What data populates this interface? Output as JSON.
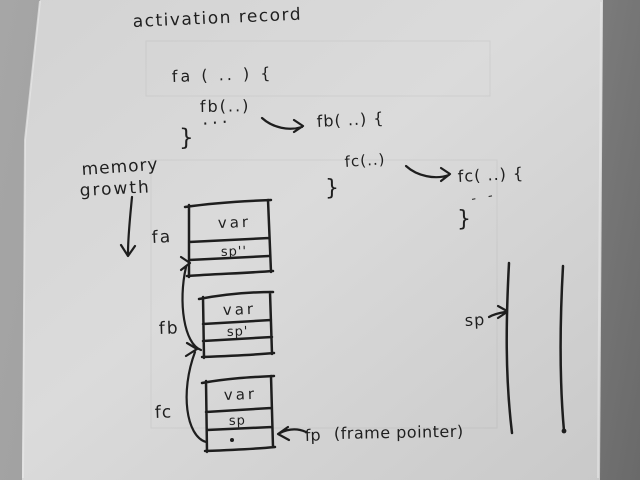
{
  "title": "activation record",
  "code": {
    "fa_signature": "fa ( .. ) {",
    "fb_call": "fb(..)",
    "body_ellipsis": "···",
    "fa_close_brace": "}",
    "fb_signature": "fb( ..) {",
    "fc_call": "fc(..)",
    "fb_close_brace": "}",
    "fc_signature": "fc( ..) {",
    "fc_close_brace": "}",
    "fc_body_dots": "- -"
  },
  "memory_growth_label": {
    "line1": "memory",
    "line2": "growth"
  },
  "stack": {
    "frames": [
      {
        "label": "fa",
        "var_cell": "var",
        "sp_cell": "sp''"
      },
      {
        "label": "fb",
        "var_cell": "var",
        "sp_cell": "sp'"
      },
      {
        "label": "fc",
        "var_cell": "var",
        "sp_cell": "sp"
      }
    ]
  },
  "annotations": {
    "sp_pointer_label": "sp",
    "fp_arrow_label": "fp",
    "frame_pointer_note": "(frame pointer)"
  },
  "colors": {
    "ink": "#1e1e1e",
    "paper": "#d6d6d6",
    "background_left": "#a6a6a6",
    "background_right": "#6a6a6a"
  }
}
